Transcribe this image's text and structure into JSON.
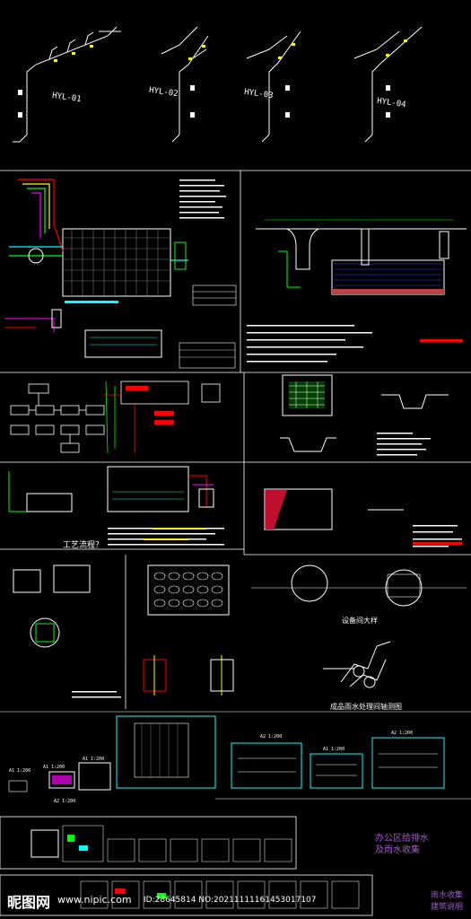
{
  "riser_labels": [
    "HYL-01",
    "HYL-02",
    "HYL-03",
    "HYL-04"
  ],
  "titles": {
    "gong_yi_liu_cheng": "工艺流程？",
    "she_bei_jian_da_yang": "设备间大样",
    "cheng_pin_yu_shui": "成品雨水处理间轴测图",
    "office_line1": "办公区给排水",
    "office_line2": "及雨水收集",
    "yushui_line1": "雨水收集",
    "yushui_line2": "建筑说明"
  },
  "sheet_scales": [
    "A1 1:200",
    "A1 1:200",
    "A1 1:200",
    "A2 1:200",
    "A2 1:200",
    "A1 1:200",
    "A2 1:200"
  ],
  "watermark": {
    "logo": "昵图网",
    "url": "www.nipic.com",
    "id_text": "ID:28645814 NO:20211111161453017107"
  },
  "colors": {
    "background": "#000000",
    "line_white": "#ffffff",
    "line_cyan": "#00ffff",
    "line_green": "#00ff00",
    "line_red": "#ff0000",
    "line_magenta": "#ff00ff",
    "line_yellow": "#ffff00",
    "text_purple": "#a05ac8"
  }
}
